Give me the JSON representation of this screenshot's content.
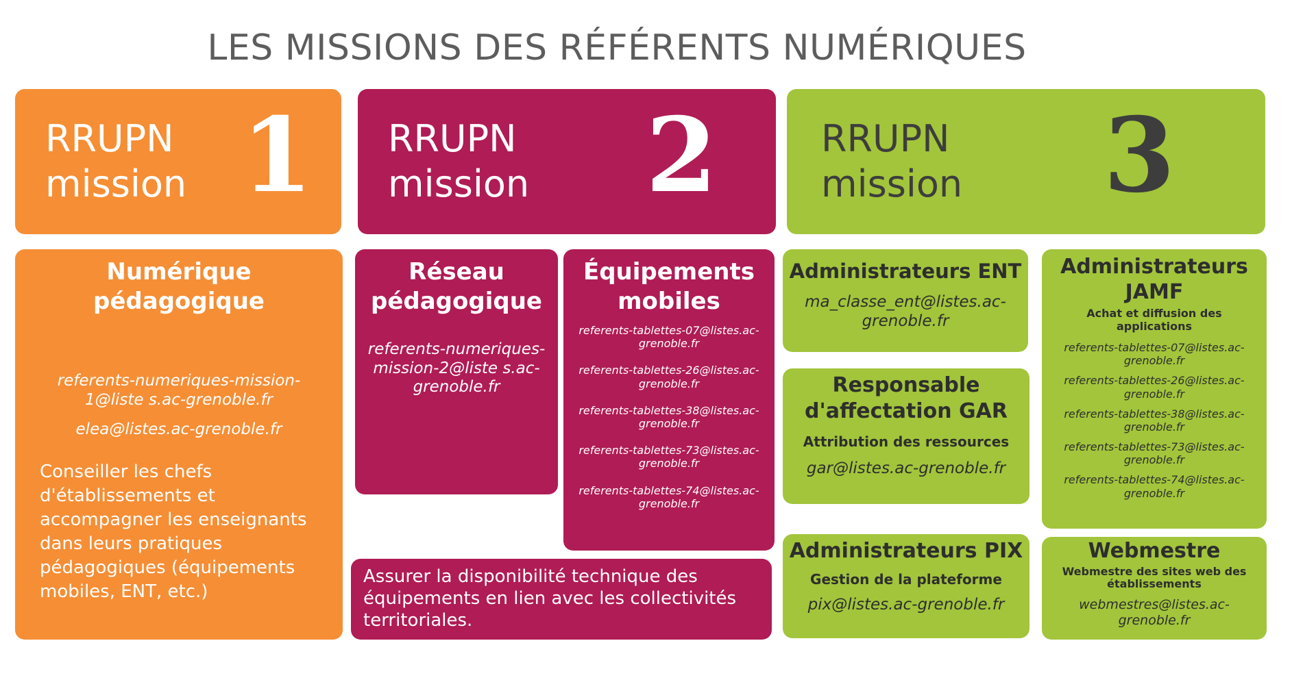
{
  "title": "LES MISSIONS DES RÉFÉRENTS NUMÉRIQUES",
  "headers": [
    {
      "label_line1": "RRUPN",
      "label_line2": "mission",
      "number": "1",
      "color": "#f58e35"
    },
    {
      "label_line1": "RRUPN",
      "label_line2": "mission",
      "number": "2",
      "color": "#b01c55"
    },
    {
      "label_line1": "RRUPN",
      "label_line2": "mission",
      "number": "3",
      "color": "#a2c53b"
    }
  ],
  "mission1": {
    "title_line1": "Numérique",
    "title_line2": "pédagogique",
    "email1_line1": "referents-numeriques-mission-",
    "email1_line2": "1@liste s.ac-grenoble.fr",
    "email2": "elea@listes.ac-grenoble.fr",
    "description_lines": [
      "Conseiller les chefs",
      "d'établissements et",
      "accompagner les enseignants",
      "dans leurs pratiques",
      "pédagogiques (équipements",
      "mobiles, ENT, etc.)"
    ]
  },
  "mission2": {
    "reseau": {
      "title_line1": "Réseau",
      "title_line2": "pédagogique",
      "email_lines": [
        "referents-numeriques-",
        "mission-2@liste s.ac-",
        "grenoble.fr"
      ]
    },
    "equipements": {
      "title_line1": "Équipements",
      "title_line2": "mobiles",
      "emails": [
        [
          "referents-tablettes-07@listes.ac-",
          "grenoble.fr"
        ],
        [
          "referents-tablettes-26@listes.ac-",
          "grenoble.fr"
        ],
        [
          "referents-tablettes-38@listes.ac-",
          "grenoble.fr"
        ],
        [
          "referents-tablettes-73@listes.ac-",
          "grenoble.fr"
        ],
        [
          "referents-tablettes-74@listes.ac-",
          "grenoble.fr"
        ]
      ]
    },
    "description_lines": [
      "Assurer la disponibilité technique des",
      "équipements en lien avec les collectivités",
      "territoriales."
    ]
  },
  "mission3": {
    "ent": {
      "title": "Administrateurs ENT",
      "email_lines": [
        "ma_classe_ent@listes.ac-",
        "grenoble.fr"
      ]
    },
    "gar": {
      "title_line1": "Responsable",
      "title_line2": "d'affectation GAR",
      "subtitle": "Attribution des ressources",
      "email": "gar@listes.ac-grenoble.fr"
    },
    "pix": {
      "title": "Administrateurs PIX",
      "subtitle": "Gestion de la plateforme",
      "email": "pix@listes.ac-grenoble.fr"
    },
    "jamf": {
      "title_line1": "Administrateurs",
      "title_line2": "JAMF",
      "subtitle_line1": "Achat et diffusion des",
      "subtitle_line2": "applications",
      "emails": [
        [
          "referents-tablettes-07@listes.ac-",
          "grenoble.fr"
        ],
        [
          "referents-tablettes-26@listes.ac-",
          "grenoble.fr"
        ],
        [
          "referents-tablettes-38@listes.ac-",
          "grenoble.fr"
        ],
        [
          "referents-tablettes-73@listes.ac-",
          "grenoble.fr"
        ],
        [
          "referents-tablettes-74@listes.ac-",
          "grenoble.fr"
        ]
      ]
    },
    "webmestre": {
      "title": "Webmestre",
      "subtitle_line1": "Webmestre des sites web des",
      "subtitle_line2": "établissements",
      "email_lines": [
        "webmestres@listes.ac-",
        "grenoble.fr"
      ]
    }
  }
}
